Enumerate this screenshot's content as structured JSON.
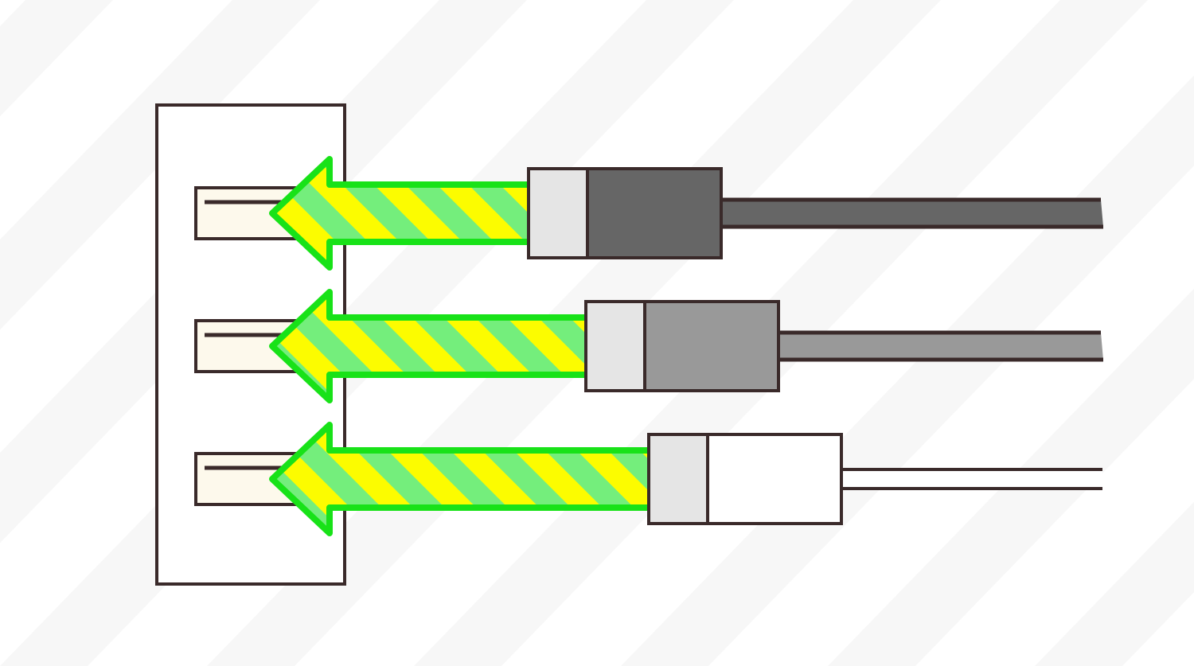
{
  "colors": {
    "background": "#ffffff",
    "background_stripe": "#f7f7f7",
    "outline": "#3a2a2a",
    "hub_fill": "#ffffff",
    "port_fill": "#fdf9ec",
    "arrow_border": "#18e218",
    "arrow_stripe_yellow": "#fcfc00",
    "arrow_stripe_green": "#74ee7c",
    "plug_collar": "#e5e5e5"
  },
  "icons": {
    "hub": "usb-hub-icon",
    "port": "usb-port-icon",
    "arrow": "insert-arrow-icon",
    "plug": "usb-plug-icon"
  },
  "cables": [
    {
      "body_color": "#666666",
      "cable_style": "solid"
    },
    {
      "body_color": "#999999",
      "cable_style": "solid"
    },
    {
      "body_color": "#ffffff",
      "cable_style": "hollow"
    }
  ]
}
